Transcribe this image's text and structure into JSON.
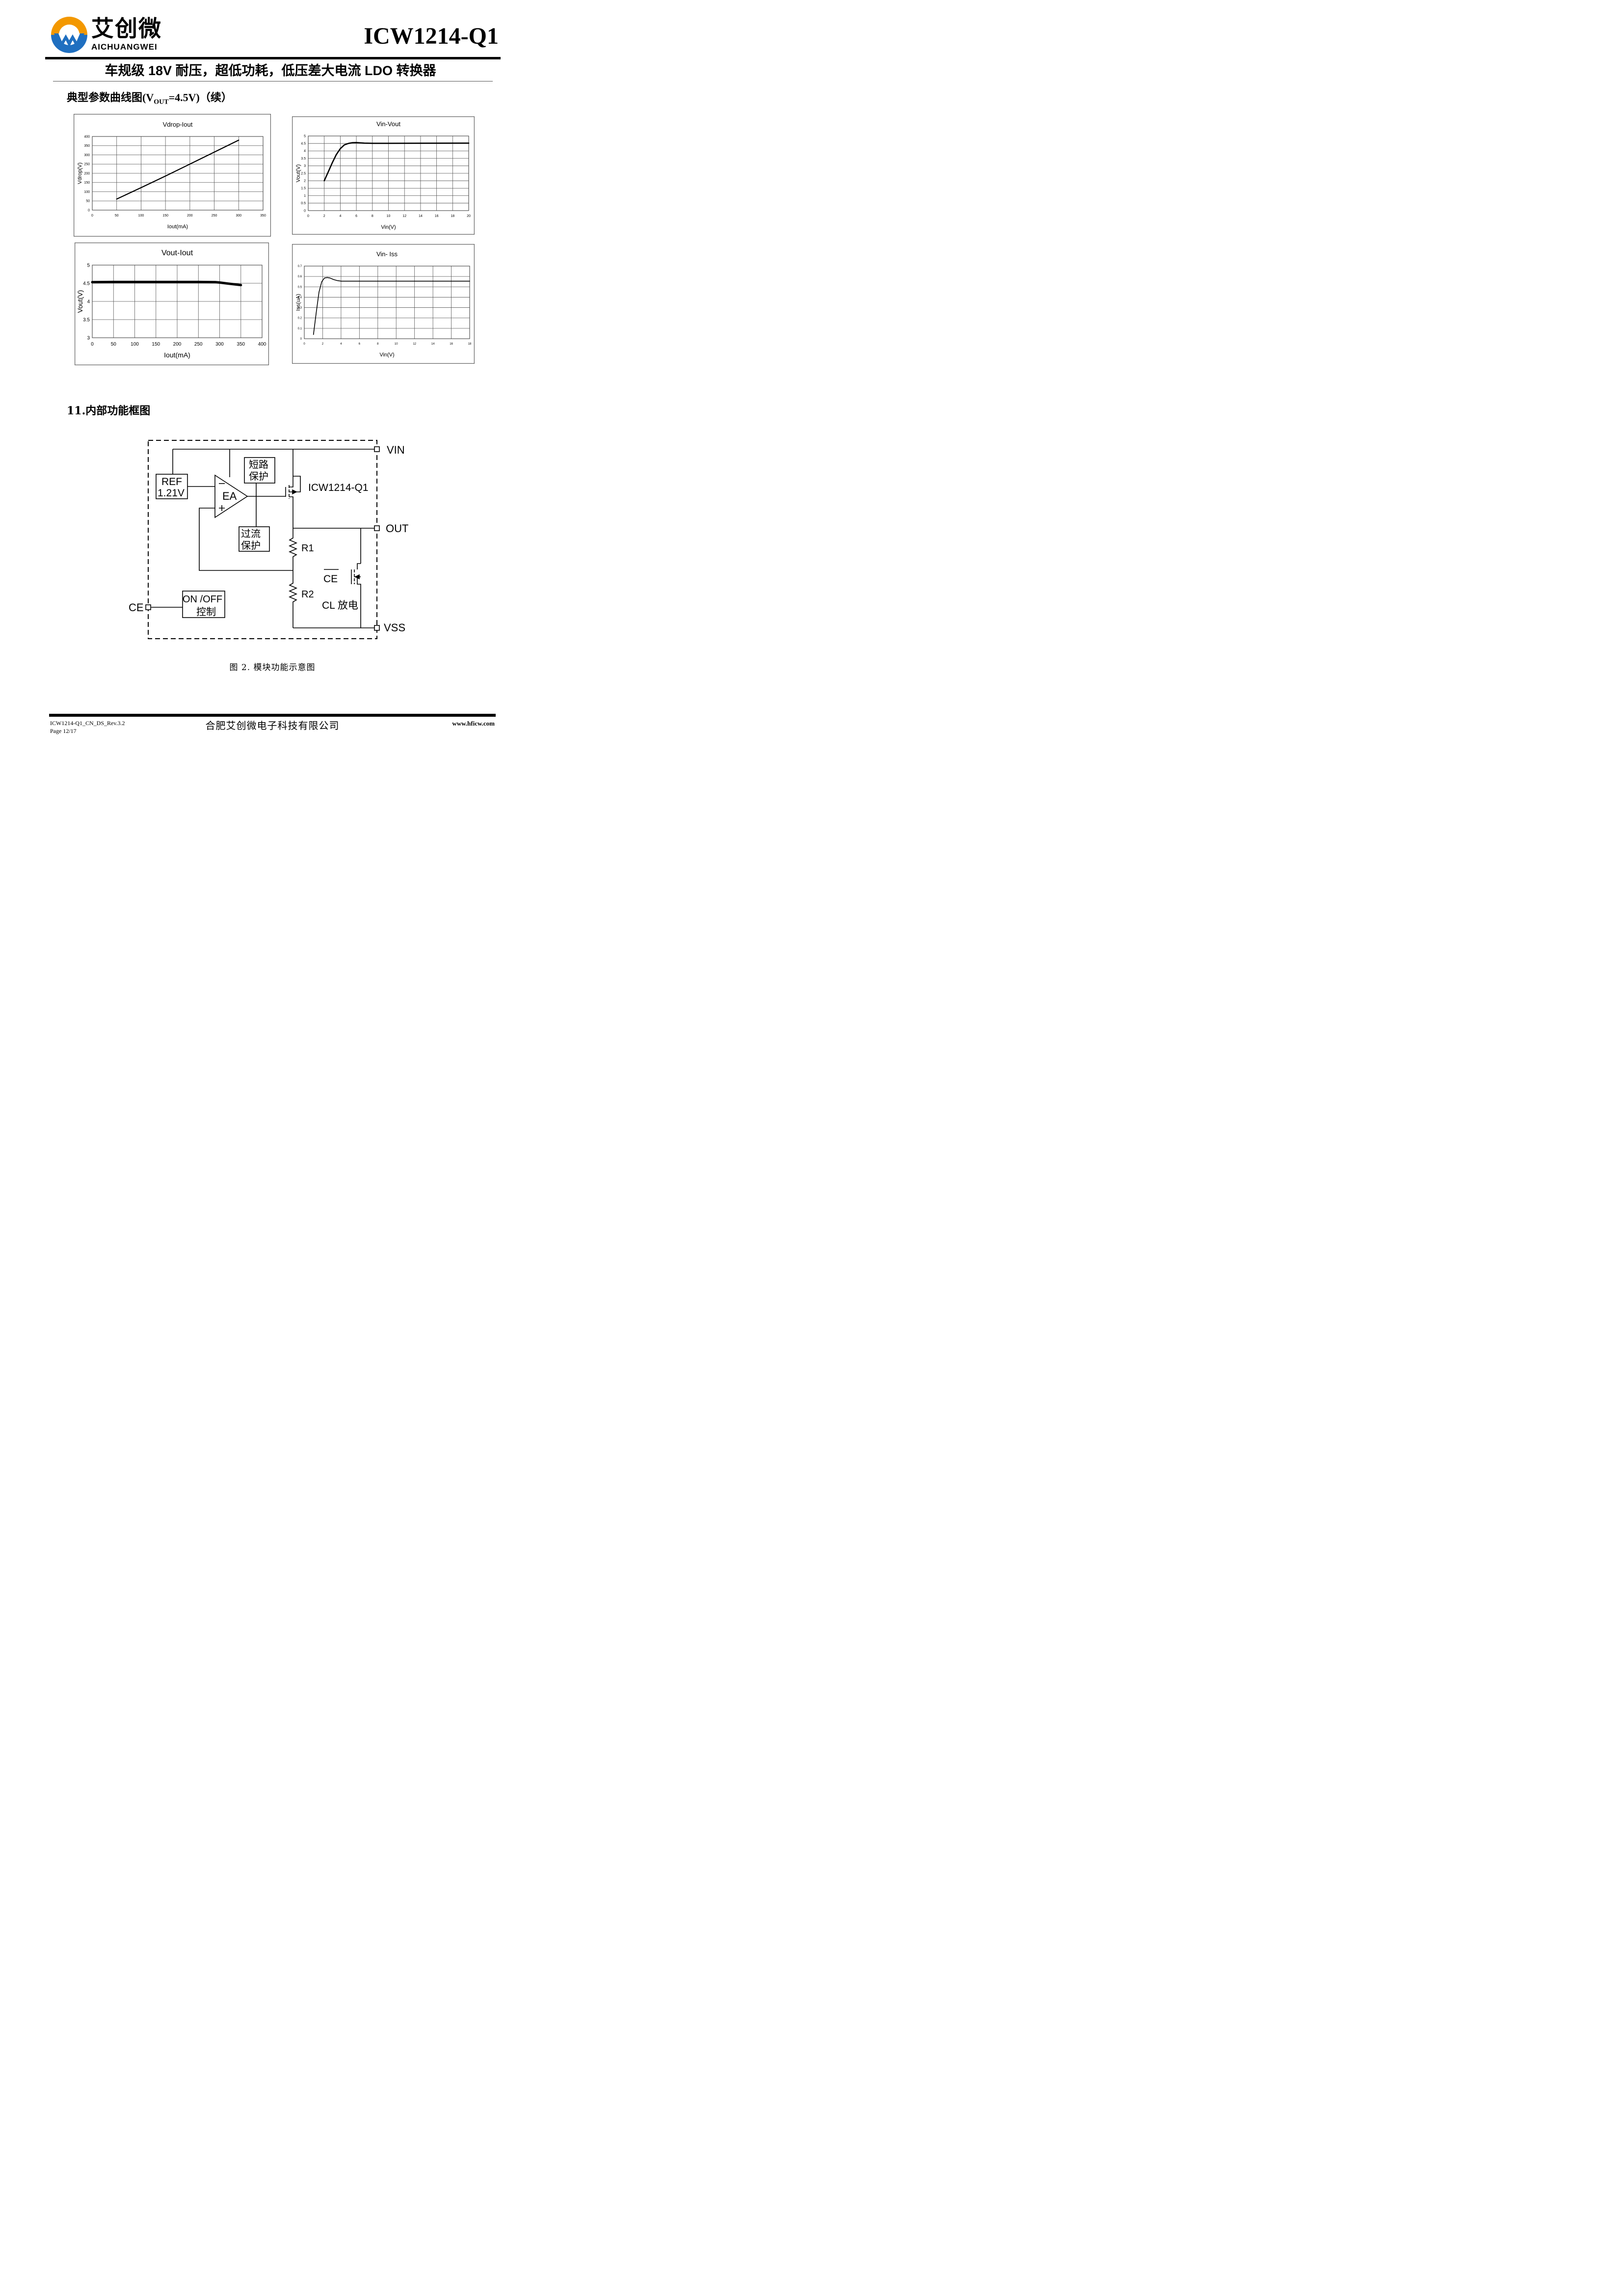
{
  "header": {
    "logo_cn": "艾创微",
    "logo_en": "AICHUANGWEI",
    "part_number": "ICW1214-Q1",
    "subtitle": "车规级 18V 耐压，超低功耗，低压差大电流 LDO 转换器"
  },
  "section_curves": {
    "title_pre": "典型参数曲线图(V",
    "title_sub": "OUT",
    "title_post": "=4.5V)（续）"
  },
  "chart_data": [
    {
      "type": "line",
      "title": "Vdrop-Iout",
      "xlabel": "Iout(mA)",
      "ylabel": "Vdrop(V)",
      "xlim": [
        0,
        350
      ],
      "ylim": [
        0,
        400
      ],
      "xticks": [
        0,
        50,
        100,
        150,
        200,
        250,
        300,
        350
      ],
      "yticks": [
        0,
        50,
        100,
        150,
        200,
        250,
        300,
        350,
        400
      ],
      "grid": true,
      "series": [
        {
          "x": [
            50,
            100,
            150,
            200,
            250,
            300
          ],
          "y": [
            60,
            122,
            185,
            250,
            315,
            380
          ]
        }
      ]
    },
    {
      "type": "line",
      "title": "Vin-Vout",
      "xlabel": "Vin(V)",
      "ylabel": "Vout(V)",
      "xlim": [
        0,
        20
      ],
      "ylim": [
        0,
        5
      ],
      "xticks": [
        0,
        2,
        4,
        6,
        8,
        10,
        12,
        14,
        16,
        18,
        20
      ],
      "yticks": [
        0,
        0.5,
        1,
        1.5,
        2,
        2.5,
        3,
        3.5,
        4,
        4.5,
        5
      ],
      "grid": true,
      "series": [
        {
          "x": [
            2,
            2.5,
            3,
            3.5,
            4,
            4.5,
            5,
            5.5,
            6,
            7,
            8,
            10,
            20
          ],
          "y": [
            2.0,
            2.6,
            3.2,
            3.75,
            4.15,
            4.4,
            4.5,
            4.55,
            4.56,
            4.52,
            4.51,
            4.51,
            4.52
          ]
        }
      ]
    },
    {
      "type": "line",
      "title": "Vout-Iout",
      "xlabel": "Iout(mA)",
      "ylabel": "Vout(V)",
      "xlim": [
        0,
        400
      ],
      "ylim": [
        3,
        5
      ],
      "xticks": [
        0,
        50,
        100,
        150,
        200,
        250,
        300,
        350,
        400
      ],
      "yticks": [
        3,
        3.5,
        4,
        4.5,
        5
      ],
      "ytick_labels": [
        "3",
        "3.5",
        "4",
        "4.5",
        "5"
      ],
      "grid": true,
      "series": [
        {
          "x": [
            0,
            50,
            100,
            150,
            200,
            250,
            290,
            300,
            320,
            350
          ],
          "y": [
            4.53,
            4.535,
            4.535,
            4.535,
            4.535,
            4.535,
            4.53,
            4.52,
            4.49,
            4.45
          ]
        }
      ]
    },
    {
      "type": "line",
      "title": "Vin- Iss",
      "xlabel": "Vin(V)",
      "ylabel": "Iss(uA)",
      "xlim": [
        0,
        18
      ],
      "ylim": [
        0,
        0.7
      ],
      "xticks": [
        0,
        2,
        4,
        6,
        8,
        10,
        12,
        14,
        16,
        18
      ],
      "yticks": [
        0,
        0.1,
        0.2,
        0.3,
        0.4,
        0.5,
        0.6,
        0.7
      ],
      "grid": true,
      "series": [
        {
          "x": [
            1,
            1.3,
            1.6,
            1.9,
            2.2,
            2.5,
            2.8,
            3.2,
            3.6,
            4,
            5,
            18
          ],
          "y": [
            0.04,
            0.25,
            0.45,
            0.55,
            0.585,
            0.59,
            0.585,
            0.57,
            0.56,
            0.555,
            0.555,
            0.555
          ]
        }
      ]
    }
  ],
  "section_block": {
    "title": "11.内部功能框图"
  },
  "diagram": {
    "pin_vin": "VIN",
    "pin_out": "OUT",
    "pin_vss": "VSS",
    "pin_ce": "CE",
    "ref_line1": "REF",
    "ref_line2": "1.21V",
    "ea": "EA",
    "short_line1": "短路",
    "short_line2": "保护",
    "oc_line1": "过流",
    "oc_line2": "保护",
    "chip": "ICW1214-Q1",
    "r1": "R1",
    "r2": "R2",
    "ce_bar": "CE",
    "cl_discharge": "CL 放电",
    "onoff_line1": "ON /OFF",
    "onoff_line2": "控制",
    "caption": "图 2. 模块功能示意图"
  },
  "footer": {
    "doc_id": "ICW1214-Q1_CN_DS_Rev.3.2",
    "page": "Page 12/17",
    "company": "合肥艾创微电子科技有限公司",
    "website": "www.hficw.com"
  },
  "colors": {
    "logo_orange": "#f39800",
    "logo_blue": "#1f6fc0",
    "text": "#000000"
  }
}
